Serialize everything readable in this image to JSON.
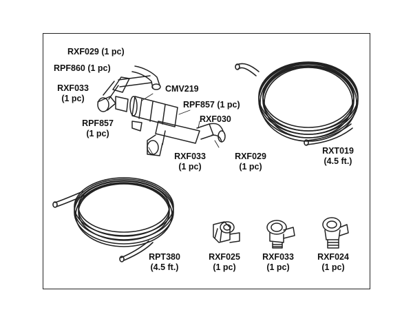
{
  "labels": {
    "rxf029_top": "RXF029 (1 pc)",
    "rpf860": "RPF860 (1 pc)",
    "rxf033_left_code": "RXF033",
    "rxf033_left_qty": "(1 pc)",
    "cmv219": "CMV219",
    "rpf857_right": "RPF857 (1 pc)",
    "rpf857_left_code": "RPF857",
    "rpf857_left_qty": "(1 pc)",
    "rxf030": "RXF030",
    "rxf033_mid_code": "RXF033",
    "rxf033_mid_qty": "(1 pc)",
    "rxf029_mid_code": "RXF029",
    "rxf029_mid_qty": "(1 pc)",
    "rxt019_code": "RXT019",
    "rxt019_qty": "(4.5 ft.)",
    "rpt380_code": "RPT380",
    "rpt380_qty": "(4.5 ft.)",
    "rxf025_code": "RXF025",
    "rxf025_qty": "(1 pc)",
    "rxf033_bot_code": "RXF033",
    "rxf033_bot_qty": "(1 pc)",
    "rxf024_code": "RXF024",
    "rxf024_qty": "(1 pc)"
  }
}
